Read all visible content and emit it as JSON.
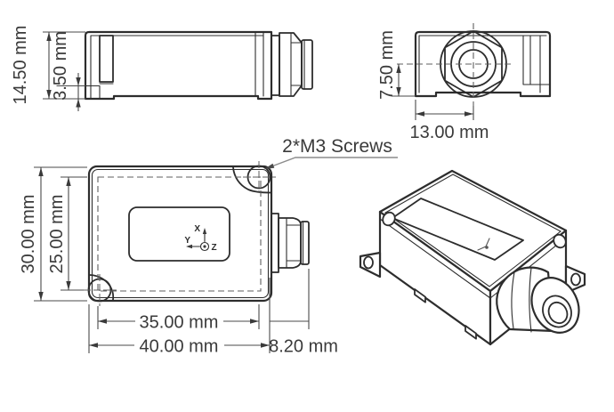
{
  "colors": {
    "outline": "#2d2d2d",
    "dimension_lines": "#4a4a4a",
    "text": "#3a3a3a",
    "leader_line": "#8c8c8c",
    "background": "#ffffff"
  },
  "views": {
    "side": {
      "dim_height": "14.50 mm",
      "dim_base": "3.50 mm"
    },
    "end": {
      "dim_gland_center_height": "7.50 mm",
      "dim_gland_center_offset": "13.00 mm"
    },
    "top": {
      "dim_width": "30.00 mm",
      "dim_hole_pitch_vertical": "25.00 mm",
      "dim_hole_pitch_horizontal": "35.00 mm",
      "dim_length": "40.00 mm",
      "dim_gland_protrusion": "8.20 mm",
      "callout_screws": "2*M3 Screws",
      "axes": {
        "x": "X",
        "y": "Y",
        "z": "Z"
      }
    }
  }
}
